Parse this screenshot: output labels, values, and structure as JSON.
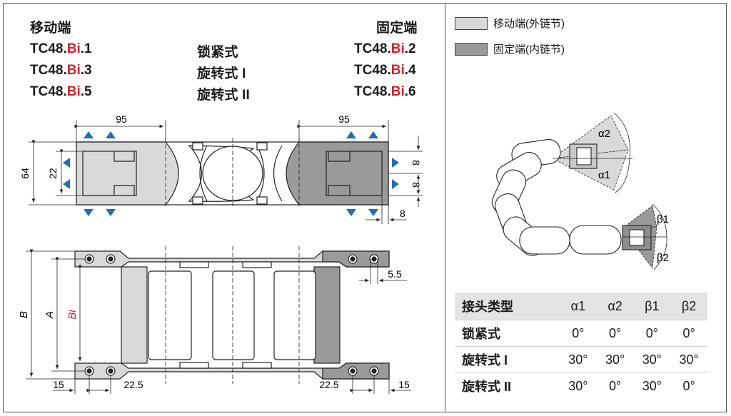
{
  "left_panel": {
    "header_left": "移动端",
    "header_right": "固定端",
    "rows": [
      {
        "left_prefix": "TC48.",
        "left_bi": "Bi",
        "left_suffix": ".1",
        "type": "锁紧式",
        "right_prefix": "TC48.",
        "right_bi": "Bi",
        "right_suffix": ".2"
      },
      {
        "left_prefix": "TC48.",
        "left_bi": "Bi",
        "left_suffix": ".3",
        "type": "旋转式 I",
        "right_prefix": "TC48.",
        "right_bi": "Bi",
        "right_suffix": ".4"
      },
      {
        "left_prefix": "TC48.",
        "left_bi": "Bi",
        "left_suffix": ".5",
        "type": "旋转式 II",
        "right_prefix": "TC48.",
        "right_bi": "Bi",
        "right_suffix": ".6"
      }
    ]
  },
  "top_view_dims": {
    "width_left": "95",
    "width_right": "95",
    "height": "64",
    "inner": "22",
    "right_upper": "8",
    "right_lower": "8",
    "right_bottom": "8"
  },
  "bottom_view_dims": {
    "b": "B",
    "a": "A",
    "bi": "Bi",
    "edge_left": "15",
    "pitch_left": "22.5",
    "pitch_right": "22.5",
    "edge_right": "15",
    "hole": "5.5"
  },
  "legend": [
    {
      "label": "移动端(外链节)",
      "color": "#d9d9d9"
    },
    {
      "label": "固定端(内链节)",
      "color": "#9a9a9a"
    }
  ],
  "angle_labels": {
    "a2": "α2",
    "a1": "α1",
    "b1": "β1",
    "b2": "β2"
  },
  "table": {
    "headers": [
      "接头类型",
      "α1",
      "α2",
      "β1",
      "β2"
    ],
    "rows": [
      [
        "锁紧式",
        "0°",
        "0°",
        "0°",
        "0°"
      ],
      [
        "旋转式 I",
        "30°",
        "30°",
        "30°",
        "30°"
      ],
      [
        "旋转式 II",
        "30°",
        "0°",
        "30°",
        "0°"
      ]
    ]
  },
  "colors": {
    "moving": "#d9d9d9",
    "fixed": "#9a9a9a",
    "arrow": "#1f6fb5",
    "accent_red": "#d3202a"
  }
}
